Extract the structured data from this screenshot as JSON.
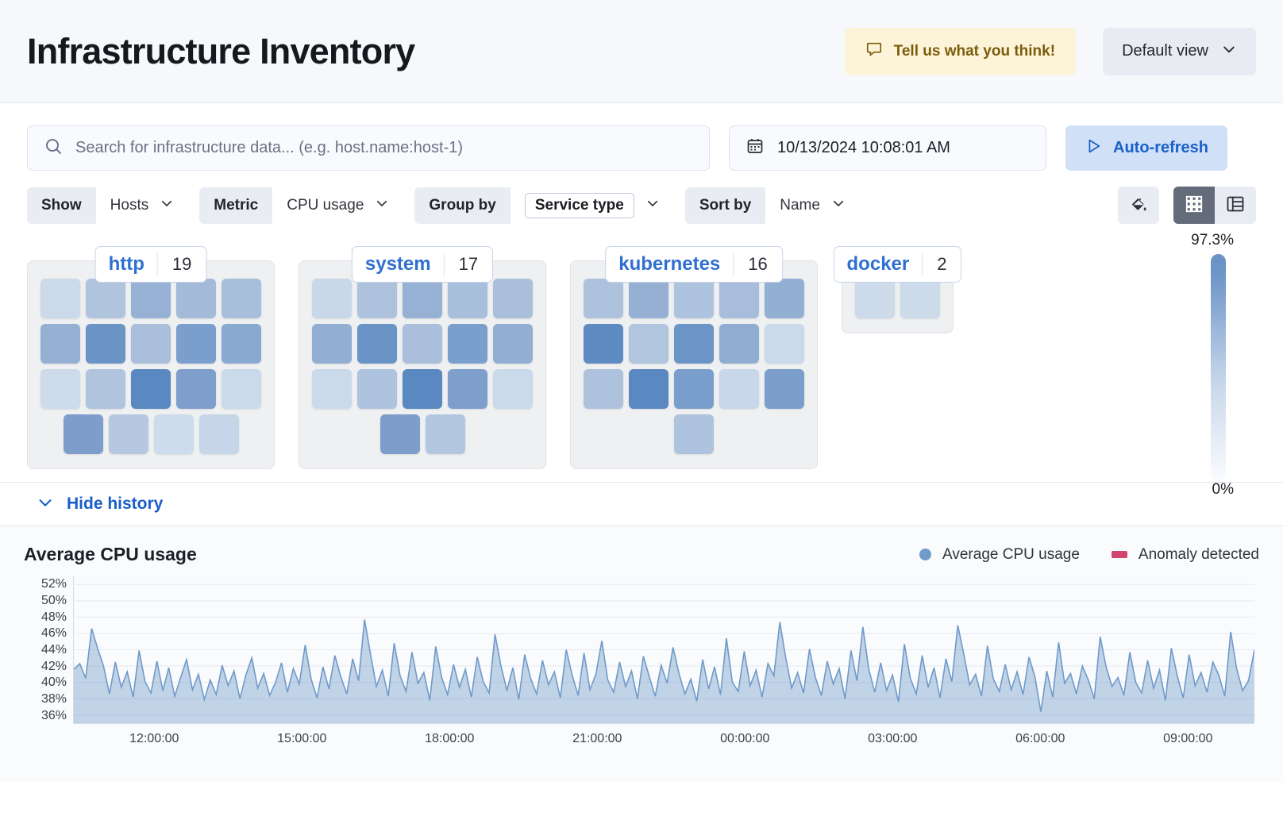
{
  "header": {
    "title": "Infrastructure Inventory",
    "feedback_label": "Tell us what you think!",
    "feedback_icon": "comment-icon",
    "view_label": "Default view",
    "view_icon": "chevron-down-icon"
  },
  "search": {
    "placeholder": "Search for infrastructure data... (e.g. host.name:host-1)",
    "value": "",
    "icon": "search-icon",
    "date_value": "10/13/2024 10:08:01 AM",
    "date_icon": "calendar-icon",
    "refresh_label": "Auto-refresh",
    "refresh_icon": "play-icon"
  },
  "filters": [
    {
      "label": "Show",
      "value": "Hosts",
      "boxed": false
    },
    {
      "label": "Metric",
      "value": "CPU usage",
      "boxed": false
    },
    {
      "label": "Group by",
      "value": "Service type",
      "boxed": true
    },
    {
      "label": "Sort by",
      "value": "Name",
      "boxed": false
    }
  ],
  "view_toggle": {
    "palette_icon": "color-fill-icon",
    "grid_icon": "grid-view-icon",
    "table_icon": "table-view-icon",
    "active": "grid"
  },
  "legend": {
    "max": "97.3%",
    "min": "0%"
  },
  "groups": [
    {
      "name": "http",
      "count": "19",
      "rows": [
        [
          "#cbd9e9",
          "#b1c4de",
          "#97b1d4",
          "#a4bad9",
          "#a8bfdb"
        ],
        [
          "#95b0d3",
          "#6a93c6",
          "#a9bfdb",
          "#7b9fcc",
          "#8aa9d0"
        ],
        [
          "#cddbea",
          "#b0c4de",
          "#5a88c0",
          "#7e9fcc",
          "#cadaea"
        ],
        [
          "#7d9ecb",
          "#b6c8e1",
          "#cddcec",
          "#c6d6e8"
        ]
      ]
    },
    {
      "name": "system",
      "count": "17",
      "rows": [
        [
          "#c9d8e9",
          "#aec2dd",
          "#97b1d4",
          "#a8bfdb",
          "#a9bfda"
        ],
        [
          "#92aed2",
          "#6a93c6",
          "#aabfdc",
          "#7b9fcc",
          "#92aed2"
        ],
        [
          "#cbdaeb",
          "#aec3dd",
          "#5a88c0",
          "#7e9fcc",
          "#cadaea"
        ],
        [
          "#7d9ecb",
          "#b3c6e0"
        ]
      ]
    },
    {
      "name": "kubernetes",
      "count": "16",
      "rows": [
        [
          "#aec2dd",
          "#96b0d3",
          "#aec3de",
          "#a8bddb",
          "#93afd2"
        ],
        [
          "#5e8bc1",
          "#b0c5de",
          "#6b94c7",
          "#90add1",
          "#cbdaea"
        ],
        [
          "#aec2dd",
          "#5a88c0",
          "#7b9fcc",
          "#c8d7e9",
          "#7c9ecb"
        ],
        [
          "#aec3de"
        ]
      ]
    },
    {
      "name": "docker",
      "count": "2",
      "rows": [
        [
          "#ccdaea",
          "#ccdaea"
        ]
      ]
    }
  ],
  "history": {
    "toggle_label": "Hide history",
    "toggle_icon": "chevron-down-icon"
  },
  "chart_data": {
    "type": "area",
    "title": "Average CPU usage",
    "xlabel": "",
    "ylabel": "",
    "ylim": [
      35,
      53
    ],
    "grid": true,
    "legend_position": "top-right",
    "legend": [
      {
        "name": "Average CPU usage",
        "color": "#6f9ac9",
        "marker": "dot"
      },
      {
        "name": "Anomaly detected",
        "color": "#d1446d",
        "marker": "rect"
      }
    ],
    "ytick_labels": [
      "52%",
      "50%",
      "48%",
      "46%",
      "44%",
      "42%",
      "40%",
      "38%",
      "36%"
    ],
    "ytick_values": [
      52,
      50,
      48,
      46,
      44,
      42,
      40,
      38,
      36
    ],
    "xtick_labels": [
      "12:00:00",
      "15:00:00",
      "18:00:00",
      "21:00:00",
      "00:00:00",
      "03:00:00",
      "06:00:00",
      "09:00:00"
    ],
    "series": [
      {
        "name": "Average CPU usage",
        "color": "#6f9ac9",
        "values": [
          41.6,
          42.3,
          40.5,
          46.6,
          44.2,
          42.0,
          38.6,
          42.5,
          39.4,
          41.3,
          38.2,
          43.9,
          40.1,
          38.7,
          42.6,
          39.0,
          41.8,
          38.3,
          40.6,
          42.8,
          39.1,
          41.0,
          37.9,
          40.3,
          38.5,
          42.1,
          39.6,
          41.4,
          38.0,
          40.9,
          43.0,
          39.3,
          41.1,
          38.4,
          40.0,
          42.4,
          38.8,
          41.7,
          39.8,
          44.6,
          40.4,
          38.1,
          41.9,
          39.2,
          43.3,
          40.7,
          38.6,
          42.9,
          40.2,
          47.7,
          43.5,
          39.5,
          41.5,
          38.3,
          44.8,
          40.8,
          38.9,
          43.7,
          39.9,
          41.2,
          37.8,
          44.4,
          40.6,
          38.5,
          42.2,
          39.4,
          41.6,
          38.2,
          43.1,
          40.1,
          38.7,
          45.9,
          42.0,
          39.0,
          41.8,
          37.9,
          43.4,
          40.5,
          38.6,
          42.7,
          39.7,
          41.3,
          38.1,
          44.0,
          40.9,
          38.4,
          43.6,
          39.1,
          41.0,
          45.1,
          40.3,
          38.8,
          42.5,
          39.5,
          41.4,
          38.0,
          43.2,
          40.7,
          38.3,
          42.1,
          39.9,
          44.3,
          41.1,
          38.6,
          40.4,
          37.7,
          42.8,
          39.2,
          41.9,
          38.5,
          45.4,
          40.0,
          38.9,
          43.8,
          39.6,
          41.5,
          38.2,
          42.3,
          40.8,
          47.4,
          43.0,
          39.3,
          41.2,
          38.7,
          44.1,
          40.6,
          38.4,
          42.6,
          39.8,
          41.7,
          38.0,
          43.9,
          40.2,
          46.8,
          41.6,
          38.8,
          42.4,
          39.0,
          40.9,
          37.6,
          44.7,
          40.5,
          38.6,
          43.3,
          39.4,
          41.8,
          38.1,
          42.9,
          40.1,
          47.0,
          43.5,
          39.7,
          41.0,
          38.3,
          44.5,
          40.4,
          38.9,
          42.2,
          39.1,
          41.3,
          38.5,
          43.1,
          40.7,
          36.4,
          41.4,
          38.2,
          44.9,
          39.9,
          41.1,
          38.6,
          42.0,
          40.3,
          38.0,
          45.6,
          41.9,
          39.5,
          40.6,
          38.4,
          43.7,
          40.0,
          38.7,
          42.7,
          39.3,
          41.5,
          37.8,
          44.2,
          40.8,
          38.1,
          43.4,
          39.6,
          41.2,
          38.8,
          42.5,
          40.9,
          38.3,
          46.2,
          41.7,
          39.0,
          40.2,
          44.0
        ]
      }
    ]
  }
}
